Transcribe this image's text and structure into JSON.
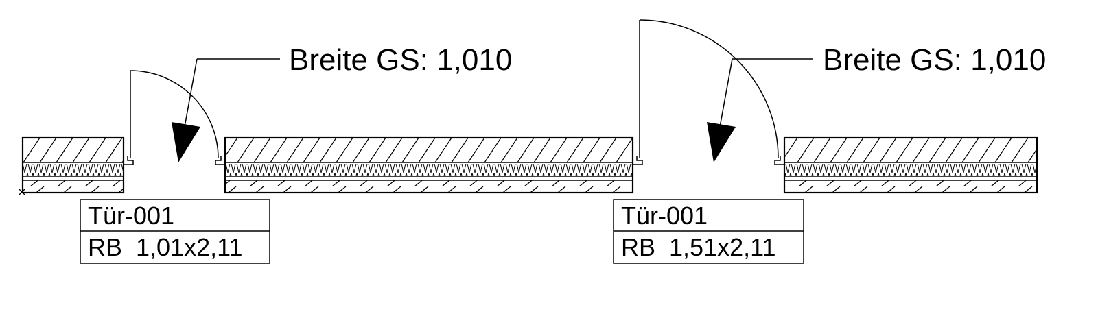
{
  "doors": [
    {
      "width_annotation": "Breite GS: 1,010",
      "tag_name": "Tür-001",
      "tag_size": "RB  1,01x2,11"
    },
    {
      "width_annotation": "Breite GS: 1,010",
      "tag_name": "Tür-001",
      "tag_size": "RB  1,51x2,11"
    }
  ],
  "style": {
    "line_color": "#000000",
    "background": "#ffffff"
  },
  "symbols": {
    "origin_marker": "cross-icon",
    "wall_hatch": "diagonal-hatch",
    "insulation_hatch": "zigzag-insulation"
  }
}
